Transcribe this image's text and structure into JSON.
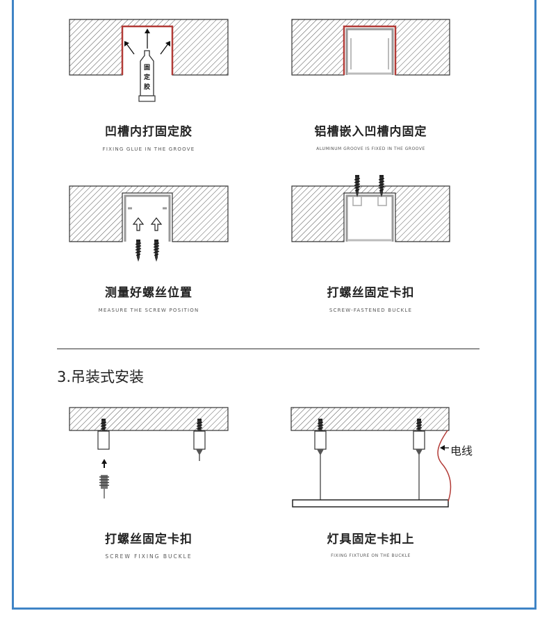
{
  "colors": {
    "frame": "#3f84c6",
    "glue_line": "#b23a36",
    "wire": "#b23a36"
  },
  "panels": [
    {
      "cn": "凹槽内打固定胶",
      "en": "FIXING GLUE IN THE GROOVE",
      "glue_label": "固定胶"
    },
    {
      "cn": "铝槽嵌入凹槽内固定",
      "en": "ALUMINUM GROOVE IS FIXED IN THE GROOVE"
    },
    {
      "cn": "测量好螺丝位置",
      "en": "MEASURE THE SCREW POSITION"
    },
    {
      "cn": "打螺丝固定卡扣",
      "en": "SCREW-FASTENED BUCKLE"
    },
    {
      "cn": "打螺丝固定卡扣",
      "en": "SCREW FIXING BUCKLE"
    },
    {
      "cn": "灯具固定卡扣上",
      "en": "FIXING FIXTURE ON THE BUCKLE"
    }
  ],
  "section_title": "3.吊装式安装",
  "wire_label": "电线",
  "icons": [
    "arrow-up-icon",
    "screw-icon",
    "glue-tube-icon",
    "hollow-arrow-up-icon"
  ]
}
